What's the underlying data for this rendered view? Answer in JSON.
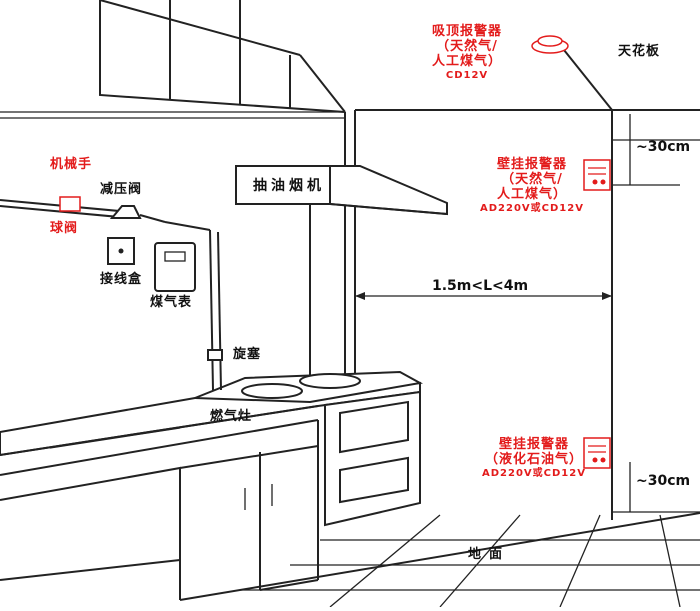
{
  "labels": {
    "ceiling_detector_line1": "吸顶报警器",
    "ceiling_detector_line2": "（天然气/",
    "ceiling_detector_line3": "人工煤气）",
    "ceiling_detector_line4": "CD12V",
    "ceiling": "天花板",
    "wall_detector_upper_line1": "壁挂报警器",
    "wall_detector_upper_line2": "（天然气/",
    "wall_detector_upper_line3": "人工煤气）",
    "wall_detector_upper_line4": "AD220V或CD12V",
    "wall_detector_lower_line1": "壁挂报警器",
    "wall_detector_lower_line2": "（液化石油气）",
    "wall_detector_lower_line3": "AD220V或CD12V",
    "distance_top": "~30cm",
    "distance_bottom": "~30cm",
    "distance_range": "1.5m<L<4m",
    "range_hood": "抽油烟机",
    "manipulator": "机械手",
    "ball_valve": "球阀",
    "pressure_valve": "减压阀",
    "junction_box": "接线盒",
    "gas_meter": "煤气表",
    "plug_valve": "旋塞",
    "gas_stove": "燃气灶",
    "floor": "地面"
  },
  "colors": {
    "annotation_red": "#e31b1b",
    "line_black": "#222222"
  },
  "icons": [
    "smoke-detector-icon",
    "wall-detector-icon"
  ]
}
